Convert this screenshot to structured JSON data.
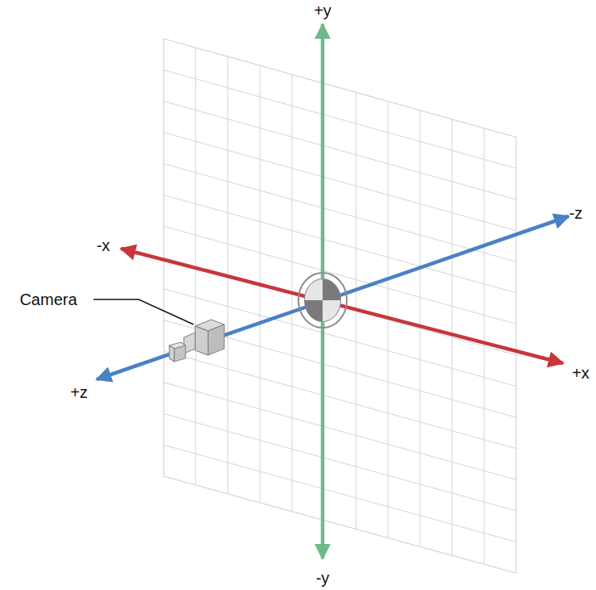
{
  "diagram": {
    "labels": [
      "+y",
      "-z",
      "-x",
      "Camera",
      "+x",
      "+z",
      "-y"
    ]
  }
}
